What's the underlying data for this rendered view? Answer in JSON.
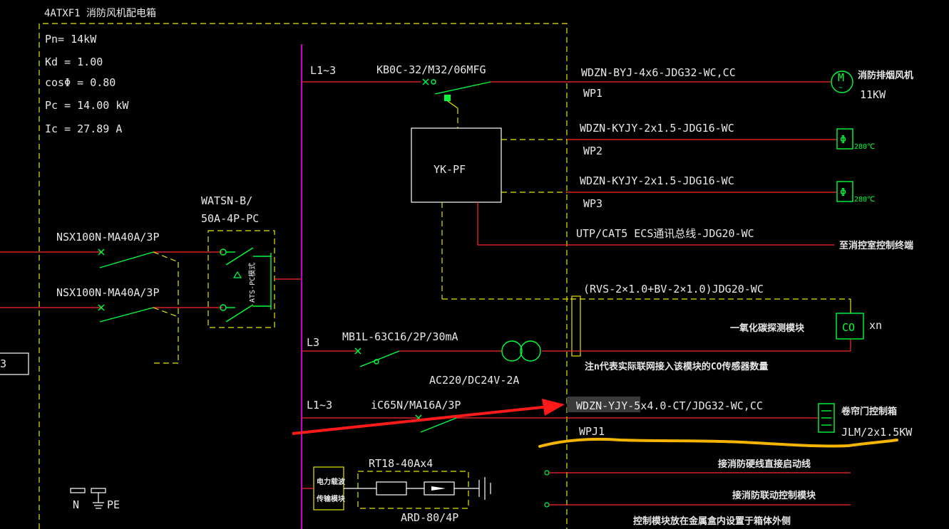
{
  "panel": {
    "name": "4ATXF1  消防风机配电箱",
    "pn": "Pn= 14kW",
    "kd": "Kd = 1.00",
    "cos": "cosΦ = 0.80",
    "pc": "Pc = 14.00 kW",
    "ic": "Ic = 27.89  A"
  },
  "incoming": {
    "breaker1": "NSX100N-MA40A/3P",
    "breaker2": "NSX100N-MA40A/3P",
    "ats_model": "WATSN-B/",
    "ats_rating": "50A-4P-PC",
    "ats_label": "ATS-PC模式"
  },
  "busbar": {
    "l13_top": "L1~3",
    "l3": "L3",
    "l13_bottom": "L1~3"
  },
  "circuits": {
    "wp1_breaker": "KB0C-32/M32/06MFG",
    "wp1_cable": "WDZN-BYJ-4x6-JDG32-WC,CC",
    "wp1_id": "WP1",
    "wp1_load": "消防排烟风机",
    "wp1_power": "11KW",
    "controller": "YK-PF",
    "wp2_cable": "WDZN-KYJY-2x1.5-JDG16-WC",
    "wp2_id": "WP2",
    "wp3_cable": "WDZN-KYJY-2x1.5-JDG16-WC",
    "wp3_id": "WP3",
    "damper_temp": "280℃",
    "utp_cable": "UTP/CAT5 ECS通讯总线-JDG20-WC",
    "utp_dest": "至消控室控制终端",
    "rvs_cable": "(RVS-2×1.0+BV-2×1.0)JDG20-WC",
    "co_module": "一氧化碳探测模块",
    "co_label": "CO",
    "co_count": "xn",
    "rcd": "MB1L-63C16/2P/30mA",
    "transformer": "AC220/DC24V-2A",
    "note_co": "注n代表实际联网接入该模块的CO传感器数量",
    "wpj1_breaker": "iC65N/MA16A/3P",
    "wpj1_cable": "WDZN-YJY-5x4.0-CT/JDG32-WC,CC",
    "wpj1_id": "WPJ1",
    "wpj1_load": "卷帘门控制箱",
    "wpj1_spec": "JLM/2x1.5KW",
    "hardwire": "接消防硬线直接启动线",
    "linkage": "接消防联动控制模块",
    "note_module": "控制模块放在金属盒内设置于箱体外侧",
    "fuse": "RT18-40Ax4",
    "spd": "ARD-80/4P",
    "power_monitor": [
      "电力载波",
      "传输模块"
    ],
    "terminal_n": "N",
    "terminal_pe": "PE",
    "motor_symbol": "M",
    "damper_symbol": "Φ"
  },
  "colors": {
    "background": "#000000",
    "power_line": "#ff2a2a",
    "device": "#00ff3c",
    "control_dashed": "#e6e600",
    "bus": "#ff00ff",
    "annotation_arrow": "#ff1a1a",
    "highlight_underline": "#f5b400"
  }
}
